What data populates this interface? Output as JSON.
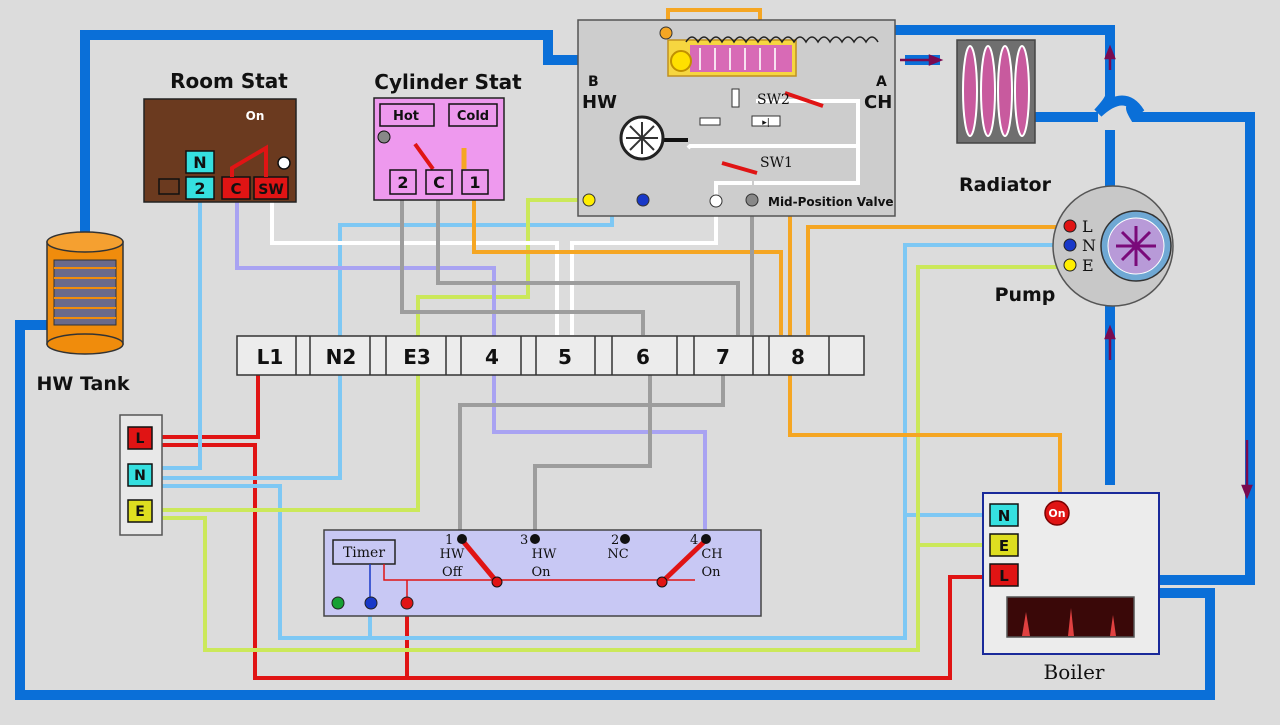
{
  "room_stat": {
    "title": "Room Stat",
    "on_label": "On",
    "terminal_n": "N",
    "terminal_2": "2",
    "terminal_c": "C",
    "terminal_sw": "SW"
  },
  "cylinder_stat": {
    "title": "Cylinder Stat",
    "hot_label": "Hot",
    "cold_label": "Cold",
    "terminal_2": "2",
    "terminal_c": "C",
    "terminal_1": "1"
  },
  "valve": {
    "port_b": "B",
    "port_b_name": "HW",
    "port_a": "A",
    "port_a_name": "CH",
    "sw1": "SW1",
    "sw2": "SW2",
    "title": "Mid-Position Valve"
  },
  "radiator": {
    "title": "Radiator"
  },
  "pump": {
    "title": "Pump",
    "l": "L",
    "n": "N",
    "e": "E"
  },
  "hw_tank": {
    "title": "HW Tank"
  },
  "supply": {
    "l": "L",
    "n": "N",
    "e": "E"
  },
  "terminal_strip": {
    "labels": [
      "L1",
      "N2",
      "E3",
      "4",
      "5",
      "6",
      "7",
      "8",
      ""
    ]
  },
  "timer": {
    "title": "Timer",
    "c1_num": "1",
    "c1_a": "HW",
    "c1_b": "Off",
    "c3_num": "3",
    "c3_a": "HW",
    "c3_b": "On",
    "c2_num": "2",
    "c2_a": "NC",
    "c4_num": "4",
    "c4_a": "CH",
    "c4_b": "On"
  },
  "boiler": {
    "title": "Boiler",
    "on_label": "On",
    "n": "N",
    "e": "E",
    "l": "L"
  },
  "colors": {
    "pipe": "#0a6fd8",
    "live": "#e01414",
    "neutral": "#7ec8f4",
    "earth": "#cbe85a",
    "orange": "#f5a623",
    "purple": "#a9a3f2",
    "grey": "#9d9d9d",
    "white": "#ffffff"
  }
}
